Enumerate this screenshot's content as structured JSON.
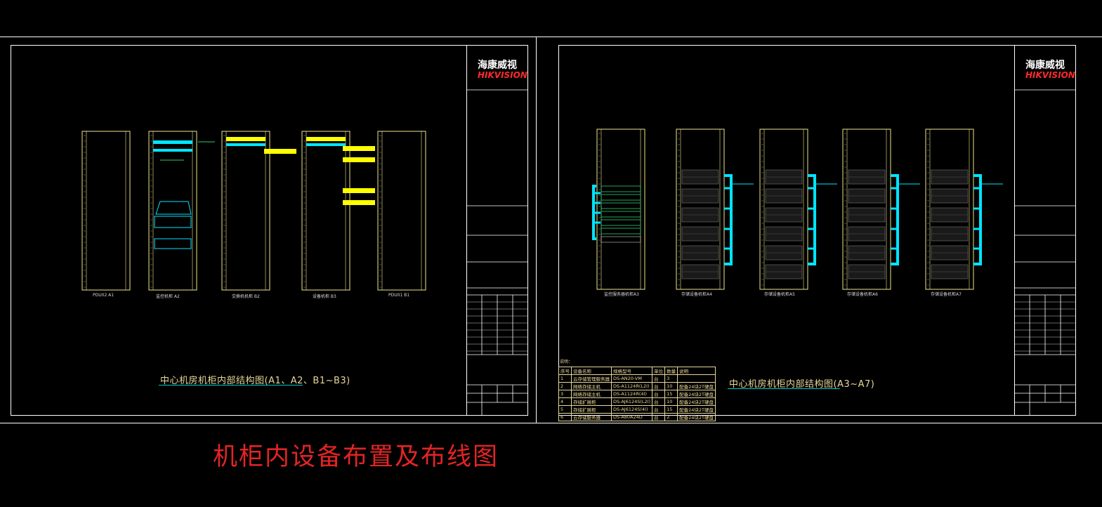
{
  "sheet1": {
    "title": "中心机房机柜内部结构图(A1、A2、B1~B3)",
    "logo_cn": "海康威视",
    "logo_en": "HIKVISION",
    "cabinets": [
      {
        "label": "PDU02 A1"
      },
      {
        "label": "监控机柜        A2"
      },
      {
        "label": "交换机机柜        B2"
      },
      {
        "label": "设备机柜        B3"
      },
      {
        "label": "PDU01        B1"
      }
    ]
  },
  "sheet2": {
    "title": "中心机房机柜内部结构图(A3~A7)",
    "logo_cn": "海康威视",
    "logo_en": "HIKVISION",
    "cabinets": [
      {
        "label": "监控服务器机柜A3"
      },
      {
        "label": "存储设备机柜A4"
      },
      {
        "label": "存储设备机柜A5"
      },
      {
        "label": "存储设备机柜A6"
      },
      {
        "label": "存储设备机柜A7"
      }
    ],
    "note": "说明：",
    "table": {
      "headers": [
        "序号",
        "设备名称",
        "规格型号",
        "单位",
        "数量",
        "说明"
      ],
      "rows": [
        [
          "1",
          "云存储管理服务器",
          "DS-AN20-VM",
          "台",
          "3",
          ""
        ],
        [
          "2",
          "网络存储主机",
          "DS-A1124R(L2I)",
          "台",
          "10",
          "配备24块2T硬盘"
        ],
        [
          "3",
          "网络存储主机",
          "DS-A1124R(4I)",
          "台",
          "15",
          "配备24块2T硬盘"
        ],
        [
          "4",
          "存储扩展柜",
          "DS-AJ6124S(L2I)",
          "台",
          "10",
          "配备24块2T硬盘"
        ],
        [
          "5",
          "存储扩展柜",
          "DS-AJ6124S(4I)",
          "台",
          "15",
          "配备24块2T硬盘"
        ],
        [
          "6",
          "云存储服务器",
          "DS-A80A24D",
          "台",
          "2",
          "配备24块2T硬盘"
        ]
      ]
    }
  },
  "main_title": "机柜内设备布置及布线图",
  "colors": {
    "background": "#000000",
    "frame": "#ffffff",
    "cabinet": "#f0e68c",
    "cyan": "#00e5ff",
    "yellow": "#ffff00",
    "title_text": "#e8d79a",
    "red_title": "#e22424"
  }
}
